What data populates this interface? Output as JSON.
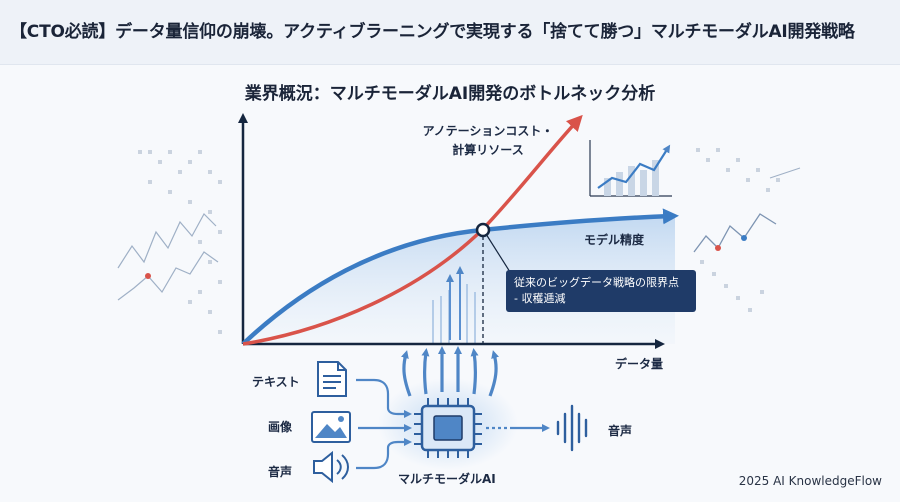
{
  "header": {
    "title": "【CTO必読】データ量信仰の崩壊。アクティブラーニングで実現する「捨てて勝つ」マルチモーダルAI開発戦略"
  },
  "figure": {
    "subtitle": "業界概況：マルチモーダルAI開発のボトルネック分析",
    "cost_label_line1": "アノテーションコスト・",
    "cost_label_line2": "計算リソース",
    "accuracy_label": "モデル精度",
    "x_axis_label": "データ量",
    "callout_line1": "従来のビッグデータ戦略の限界点",
    "callout_line2": "- 収穫逓減",
    "colors": {
      "cost_curve": "#d9534a",
      "accuracy_curve": "#3b7cc4",
      "callout": "#1f3b68"
    }
  },
  "pipeline": {
    "inputs": [
      {
        "label": "テキスト",
        "icon": "document-icon"
      },
      {
        "label": "画像",
        "icon": "image-icon"
      },
      {
        "label": "音声",
        "icon": "speaker-icon"
      }
    ],
    "model_label": "マルチモーダルAI",
    "output_label": "音声"
  },
  "footer": {
    "credit": "2025 AI KnowledgeFlow"
  }
}
